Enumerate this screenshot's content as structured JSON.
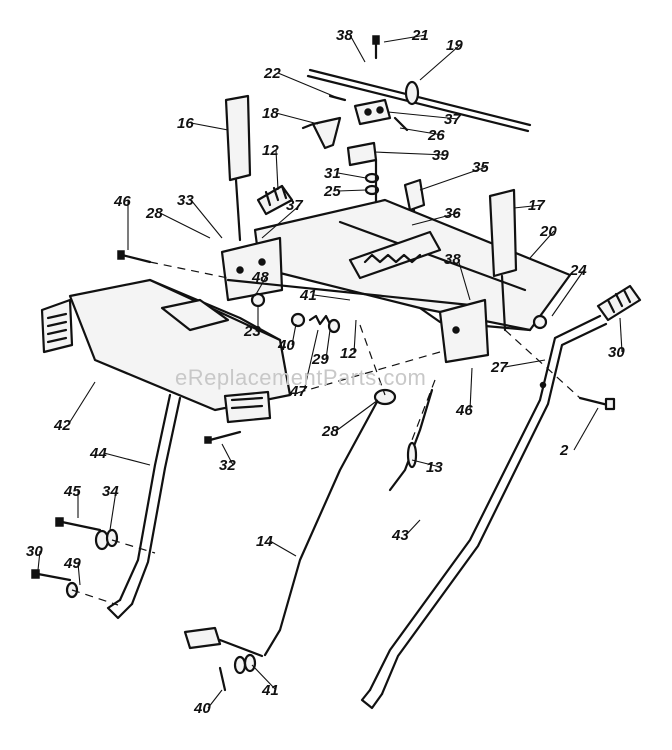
{
  "watermark": "eReplacementParts.com",
  "callouts": [
    "38",
    "21",
    "19",
    "22",
    "37",
    "18",
    "26",
    "16",
    "12",
    "39",
    "31",
    "25",
    "35",
    "33",
    "37",
    "36",
    "17",
    "20",
    "46",
    "28",
    "48",
    "38",
    "24",
    "41",
    "23",
    "29",
    "40",
    "12",
    "30",
    "27",
    "47",
    "42",
    "28",
    "46",
    "2",
    "32",
    "13",
    "44",
    "45",
    "34",
    "14",
    "43",
    "30",
    "49",
    "41",
    "40"
  ],
  "palette": {
    "ink": "#111111",
    "watermark": "#c8c8c8",
    "paper": "#ffffff"
  }
}
